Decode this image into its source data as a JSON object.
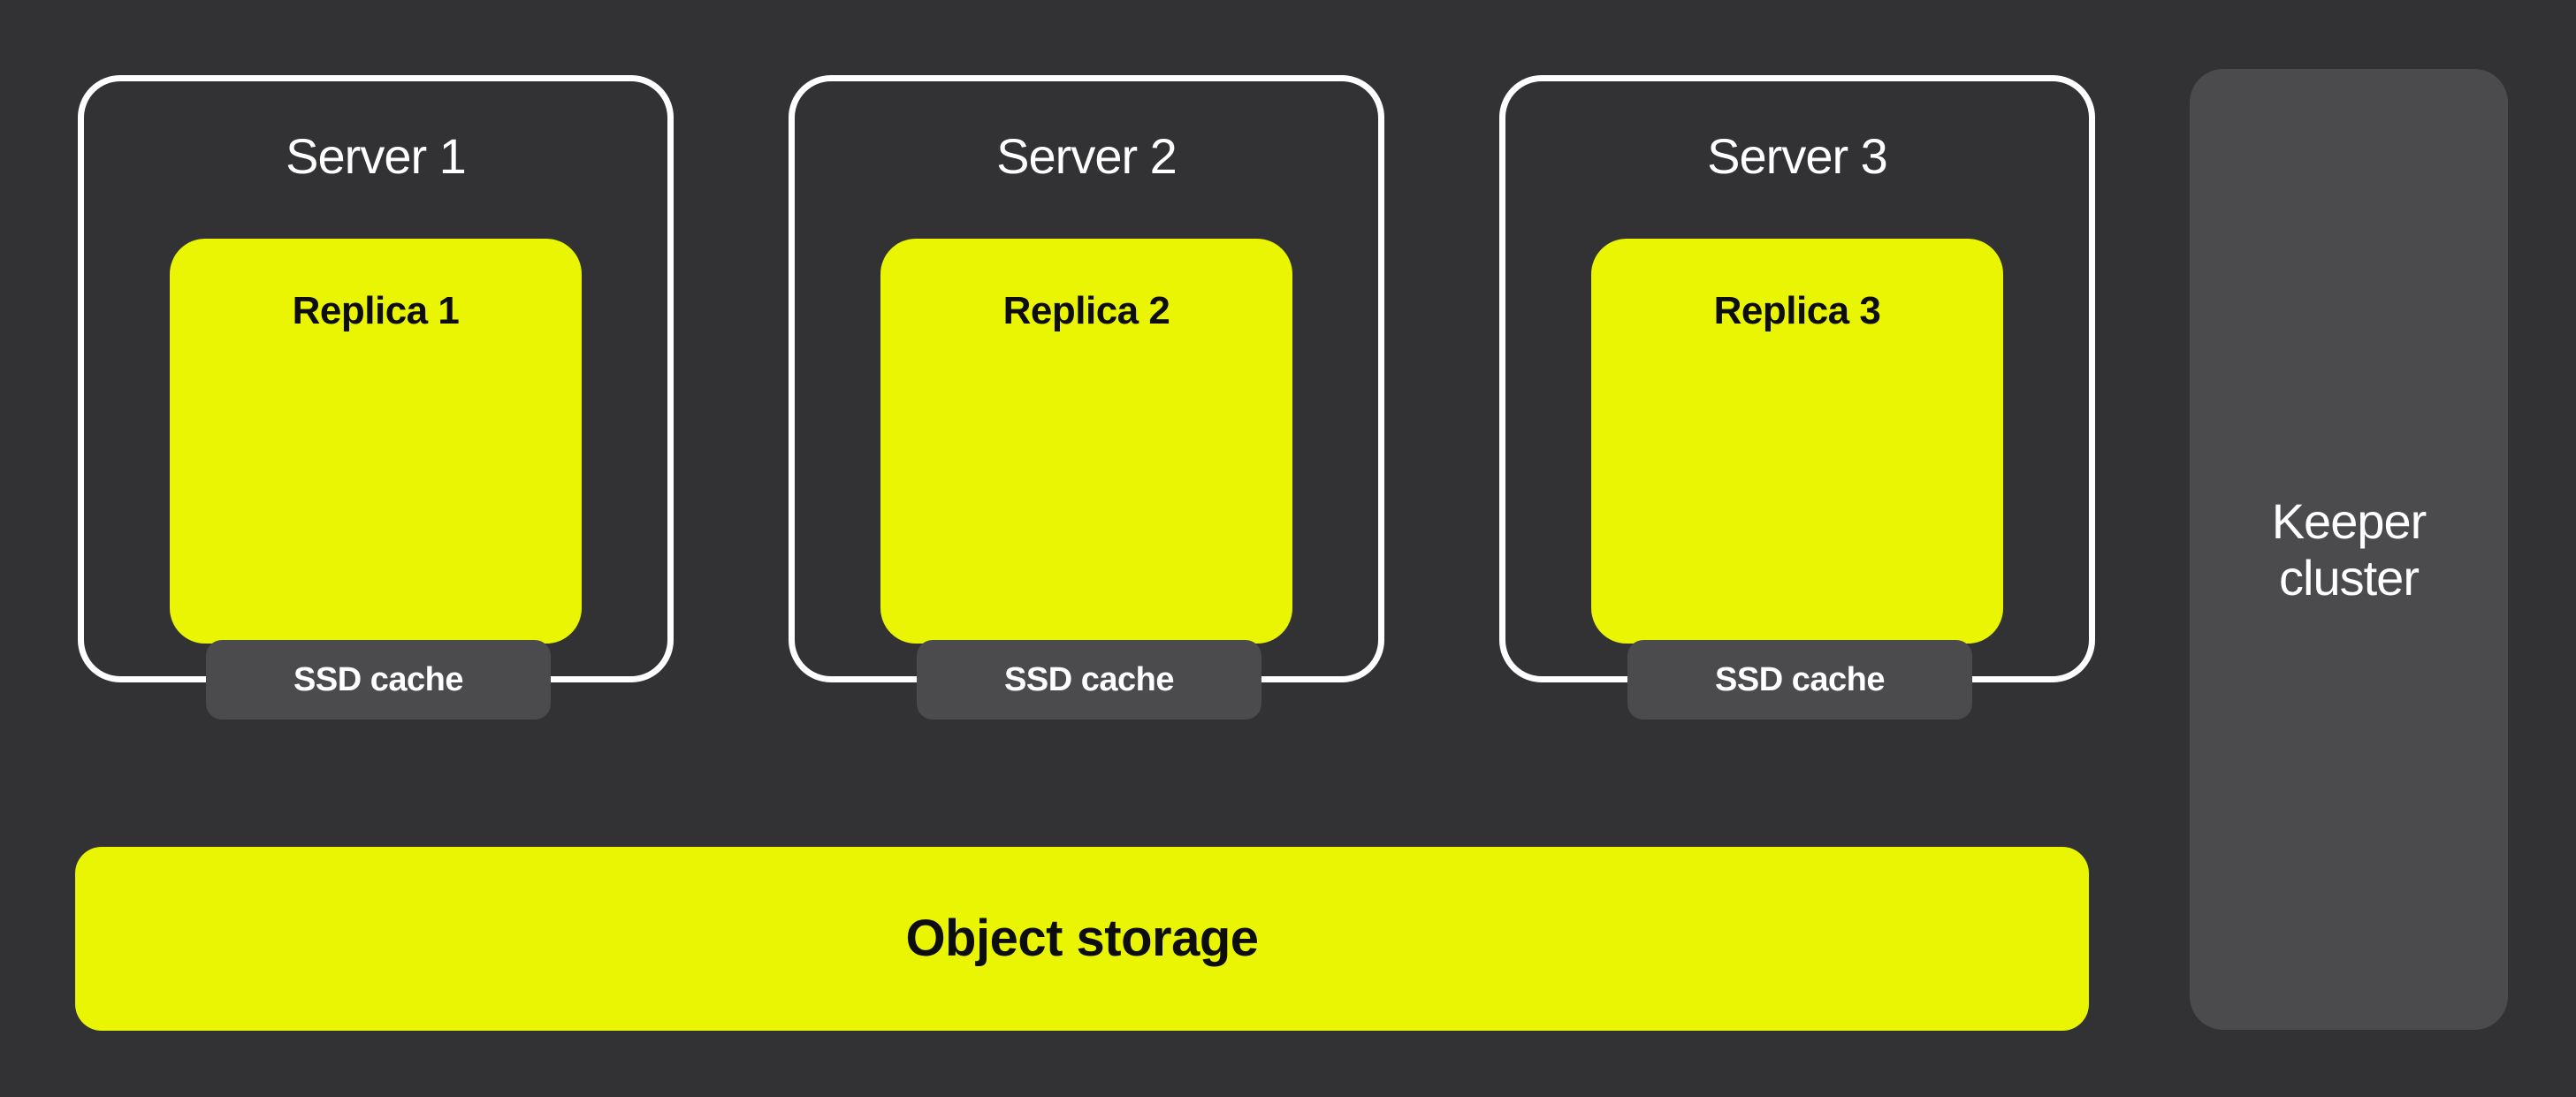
{
  "colors": {
    "background": "#323234",
    "panel_gray": "#4b4b4e",
    "accent_yellow": "#e9f502",
    "border_white": "#ffffff",
    "text_white": "#ffffff",
    "text_black": "#0d0d0d"
  },
  "servers": [
    {
      "label": "Server 1",
      "replica_label": "Replica 1",
      "cache_label": "SSD cache"
    },
    {
      "label": "Server 2",
      "replica_label": "Replica 2",
      "cache_label": "SSD cache"
    },
    {
      "label": "Server 3",
      "replica_label": "Replica 3",
      "cache_label": "SSD cache"
    }
  ],
  "keeper": {
    "line1": "Keeper",
    "line2": "cluster"
  },
  "object_storage": {
    "label": "Object storage"
  }
}
